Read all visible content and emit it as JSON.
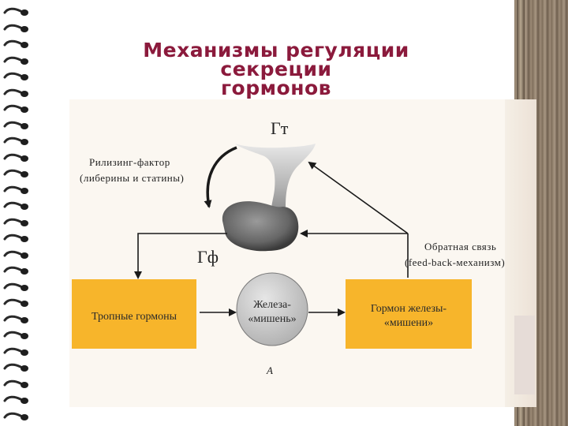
{
  "title": {
    "line1": "Механизмы регуляции",
    "line2": "секреции",
    "line3": "гормонов"
  },
  "diagram": {
    "hypothalamus_label": "Гт",
    "pituitary_label": "Гф",
    "releasing_factor": {
      "line1": "Рилизинг-фактор",
      "line2": "(либерины и статины)"
    },
    "feedback": {
      "line1": "Обратная связь",
      "line2": "(feed-back-механизм)"
    },
    "tropic_hormones": "Тропные гормоны",
    "target_gland": {
      "line1": "Железа-",
      "line2": "«мишень»"
    },
    "target_hormone": {
      "line1": "Гормон железы-",
      "line2": "«мишени»"
    },
    "figure_letter": "А"
  },
  "colors": {
    "title": "#8b1a3c",
    "box_fill": "#f7b52b",
    "circle_fill": "#cfcfcf"
  }
}
